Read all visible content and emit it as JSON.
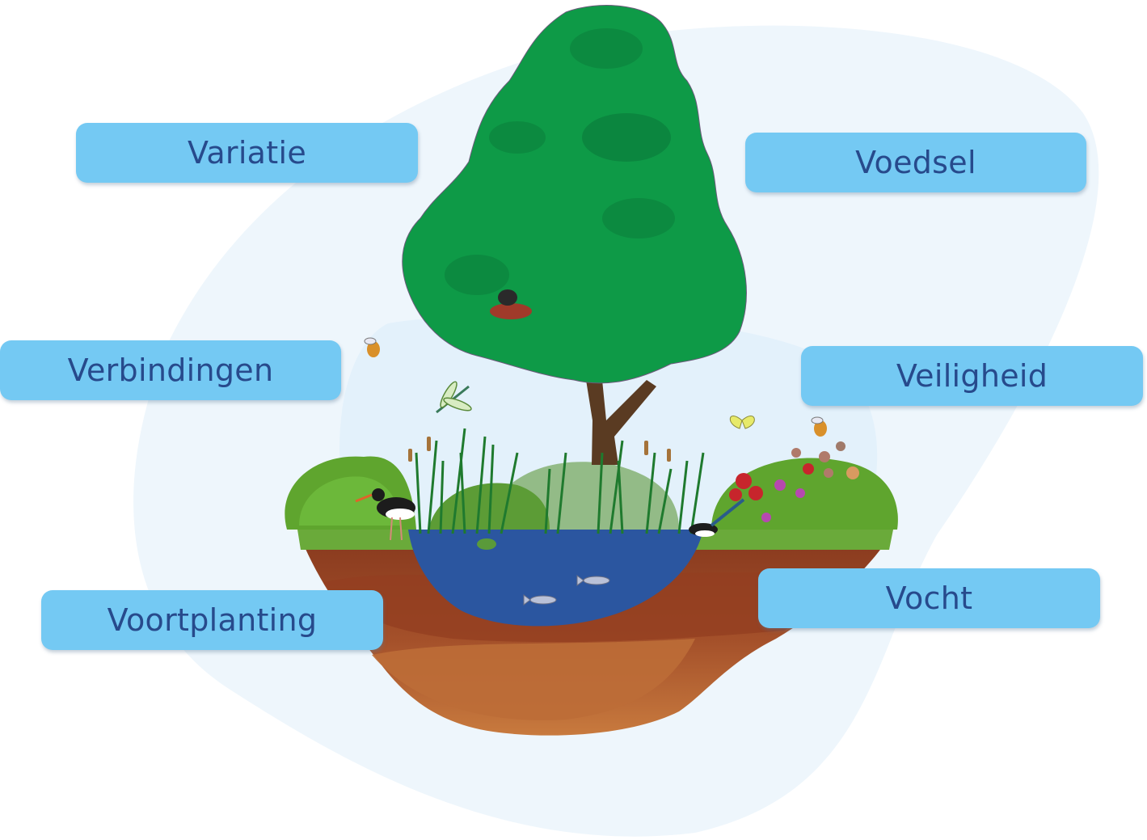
{
  "labels": {
    "variatie": "Variatie",
    "verbindingen": "Verbindingen",
    "voortplanting": "Voortplanting",
    "voedsel": "Voedsel",
    "veiligheid": "Veiligheid",
    "vocht": "Vocht"
  },
  "colors": {
    "background_blob": "#eef6fc",
    "label_fill": "#74c9f3",
    "label_text": "#274a8c",
    "tree_canopy": "#0e9a47",
    "tree_trunk": "#5a3b22",
    "grass": "#6aaa3a",
    "water": "#2b56a0",
    "soil_top": "#8a3b1f",
    "soil_bottom": "#c5753c"
  }
}
